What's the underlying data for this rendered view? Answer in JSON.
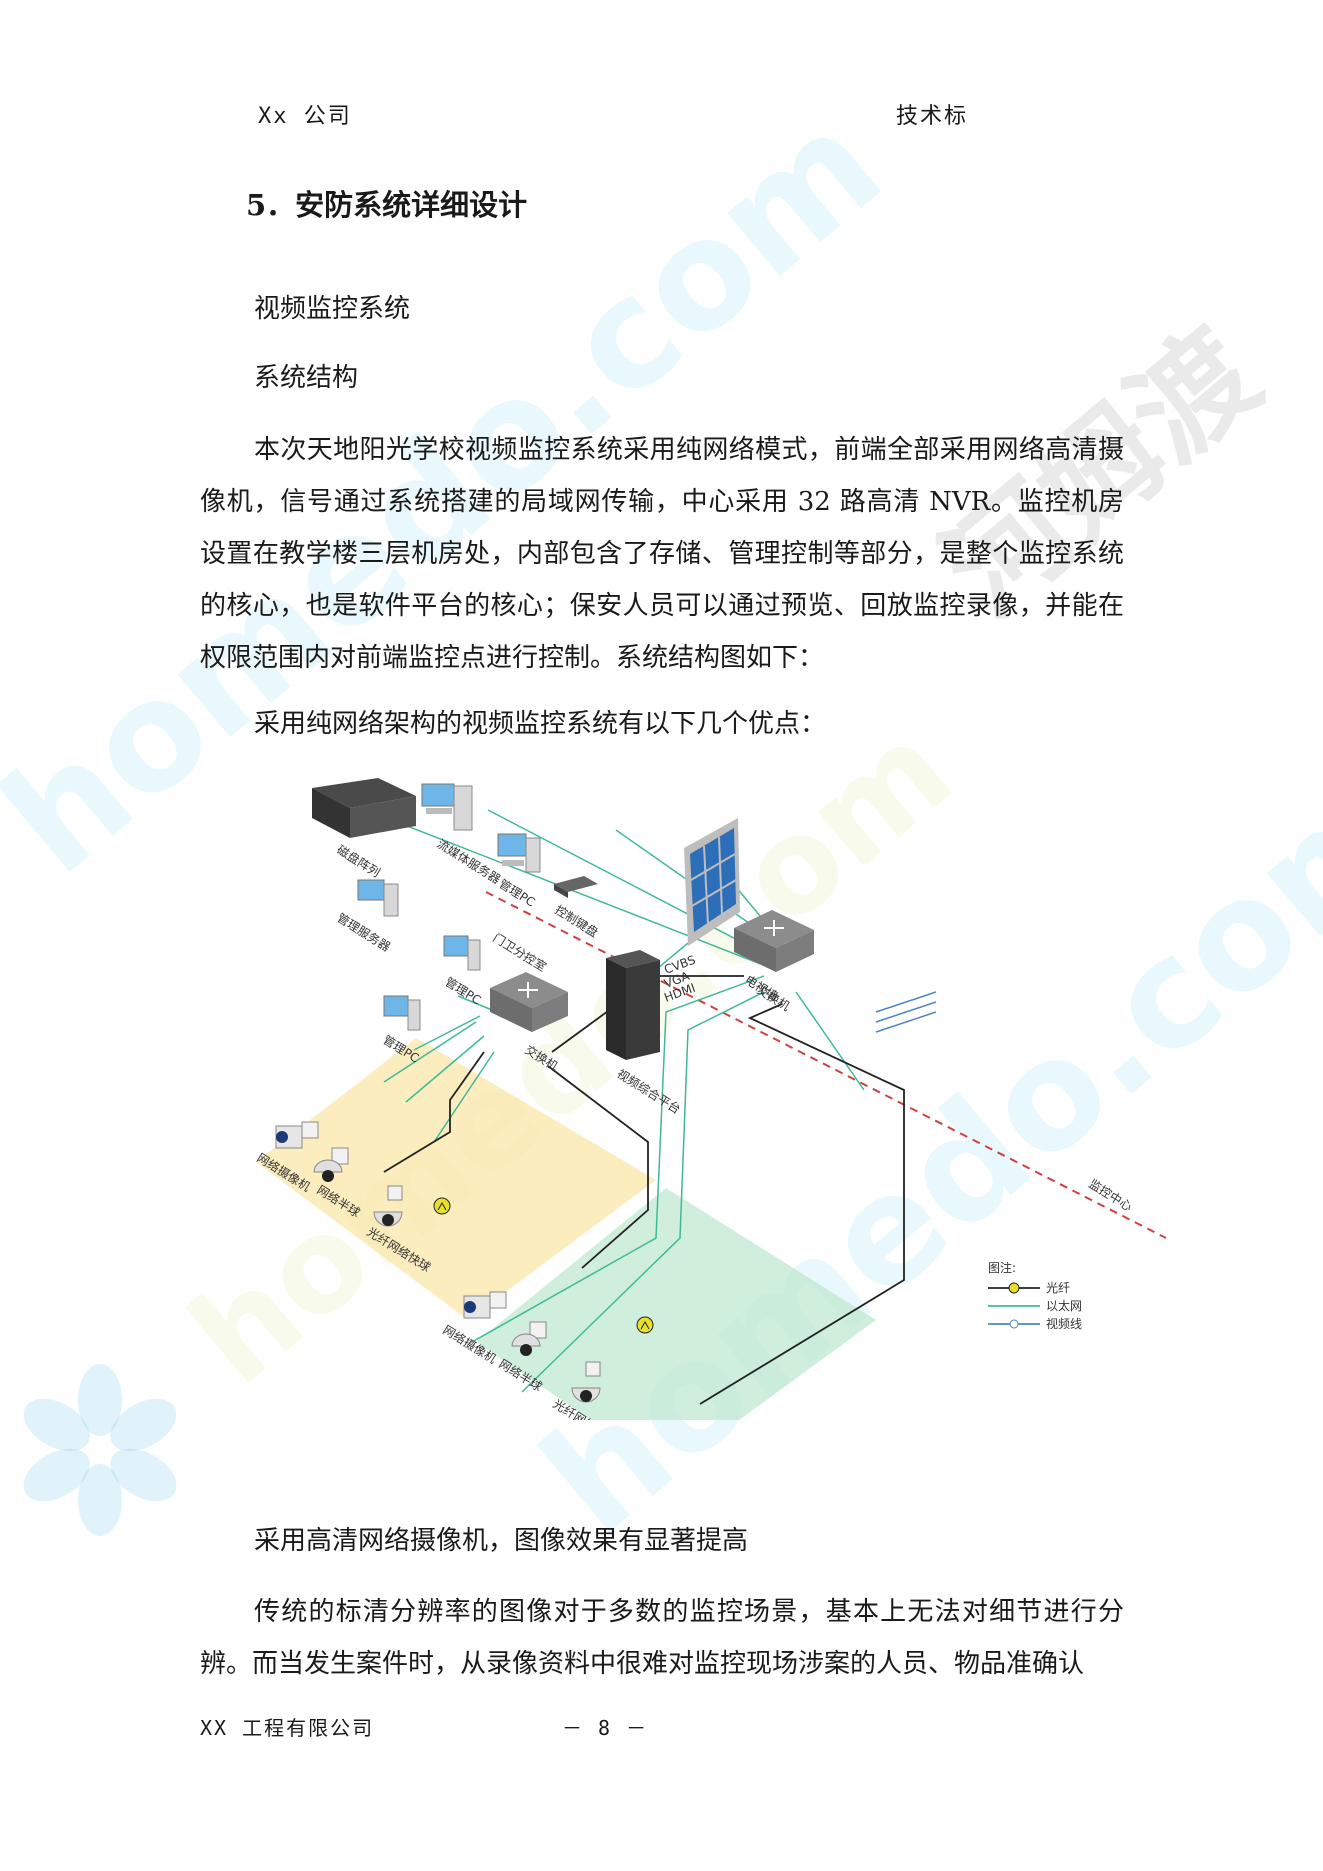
{
  "header": {
    "company": "Xx 公司",
    "doc_type": "技术标"
  },
  "section": {
    "title": "5．安防系统详细设计"
  },
  "subsections": {
    "video": "视频监控系统",
    "structure": "系统结构"
  },
  "paragraphs": {
    "p1": "本次天地阳光学校视频监控系统采用纯网络模式，前端全部采用网络高清摄像机，信号通过系统搭建的局域网传输，中心采用 32 路高清 NVR。监控机房设置在教学楼三层机房处，内部包含了存储、管理控制等部分，是整个监控系统的核心，也是软件平台的核心；保安人员可以通过预览、回放监控录像，并能在权限范围内对前端监控点进行控制。系统结构图如下：",
    "advantages_intro": "采用纯网络架构的视频监控系统有以下几个优点：",
    "advantage1": "采用高清网络摄像机，图像效果有显著提高",
    "p2": "传统的标清分辨率的图像对于多数的监控场景，基本上无法对细节进行分辨。而当发生案件时，从录像资料中很难对监控现场涉案的人员、物品准确认"
  },
  "diagram": {
    "labels": {
      "disk_array": "磁盘阵列",
      "stream_server": "流媒体服务器",
      "mgmt_pc": "管理PC",
      "mgmt_server": "管理服务器",
      "control_keyboard": "控制键盘",
      "tv_wall": "电视墙",
      "switch": "交换机",
      "video_platform": "视频综合平台",
      "gate_room": "门卫分控室",
      "monitor_center": "监控中心",
      "network_camera": "网络摄像机",
      "network_dome": "网络半球",
      "fiber_speed_dome": "光纤网络快球",
      "cvbs": "CVBS",
      "vga": "VGA",
      "hdmi": "HDMI"
    },
    "legend": {
      "title": "图注:",
      "fiber": "光纤",
      "ethernet": "以太网",
      "video_line": "视频线"
    },
    "colors": {
      "fiber": "#222222",
      "ethernet": "#3fb99a",
      "video_line": "#4a86c8",
      "yellow_zone": "#fbe7a9",
      "green_zone": "#bfe8cf",
      "divider": "#d04040"
    }
  },
  "watermark": {
    "brand": "homedo.com",
    "cn_brand": "河姆渡"
  },
  "footer": {
    "company": "XX 工程有限公司",
    "page": "－ 8 －"
  }
}
